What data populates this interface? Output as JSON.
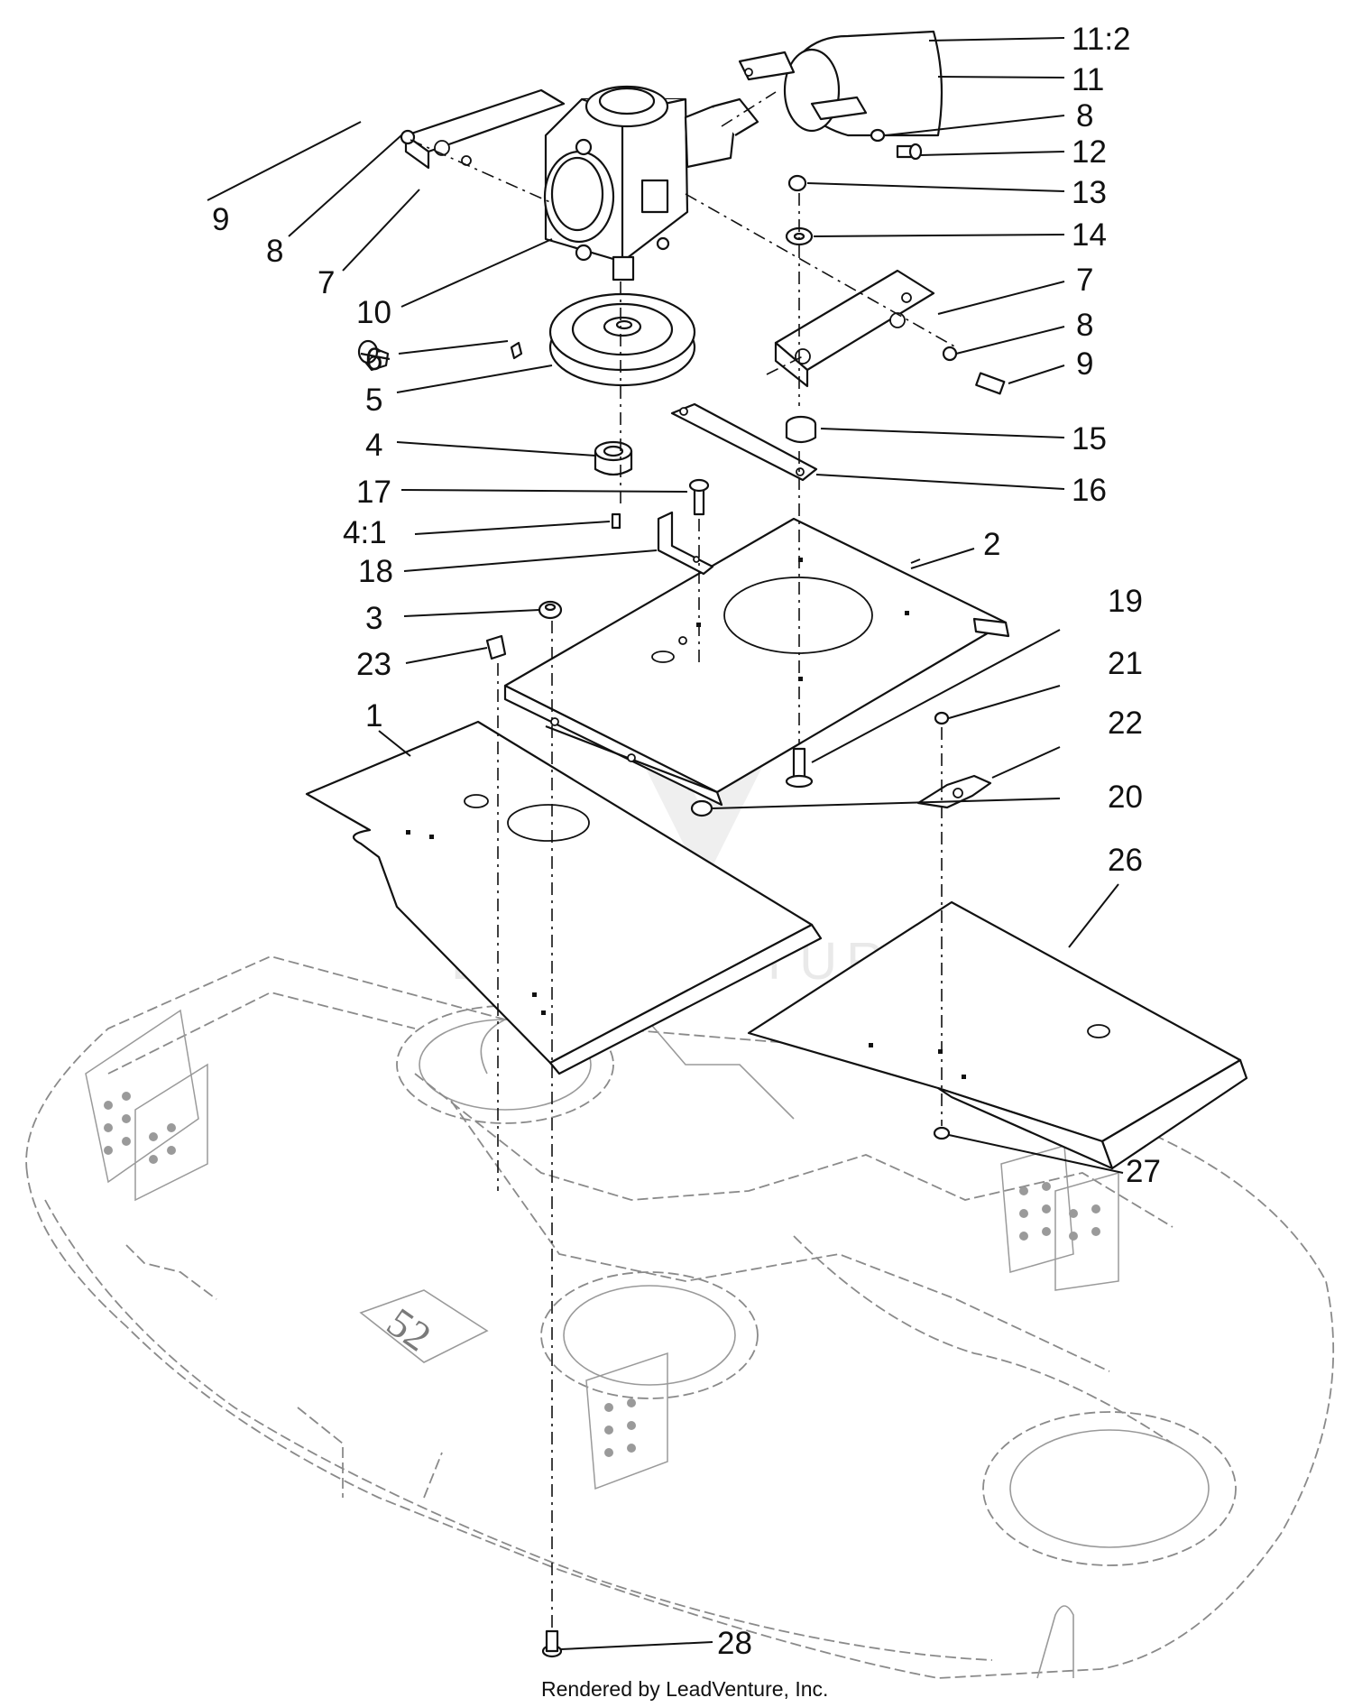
{
  "callouts": {
    "c1": "1",
    "c2": "2",
    "c3": "3",
    "c4": "4",
    "c4_1": "4:1",
    "c5": "5",
    "c6": "6",
    "c7": "7",
    "c8": "8",
    "c9": "9",
    "c10": "10",
    "c11": "11",
    "c11_2": "11:2",
    "c12": "12",
    "c13": "13",
    "c14": "14",
    "c15": "15",
    "c16": "16",
    "c17": "17",
    "c18": "18",
    "c19": "19",
    "c20": "20",
    "c21": "21",
    "c22": "22",
    "c23": "23",
    "c26": "26",
    "c27": "27",
    "c28": "28"
  },
  "deck_decal": "52",
  "watermark": "LEADVENTURE",
  "footer": {
    "credit": "Rendered by LeadVenture, Inc."
  }
}
